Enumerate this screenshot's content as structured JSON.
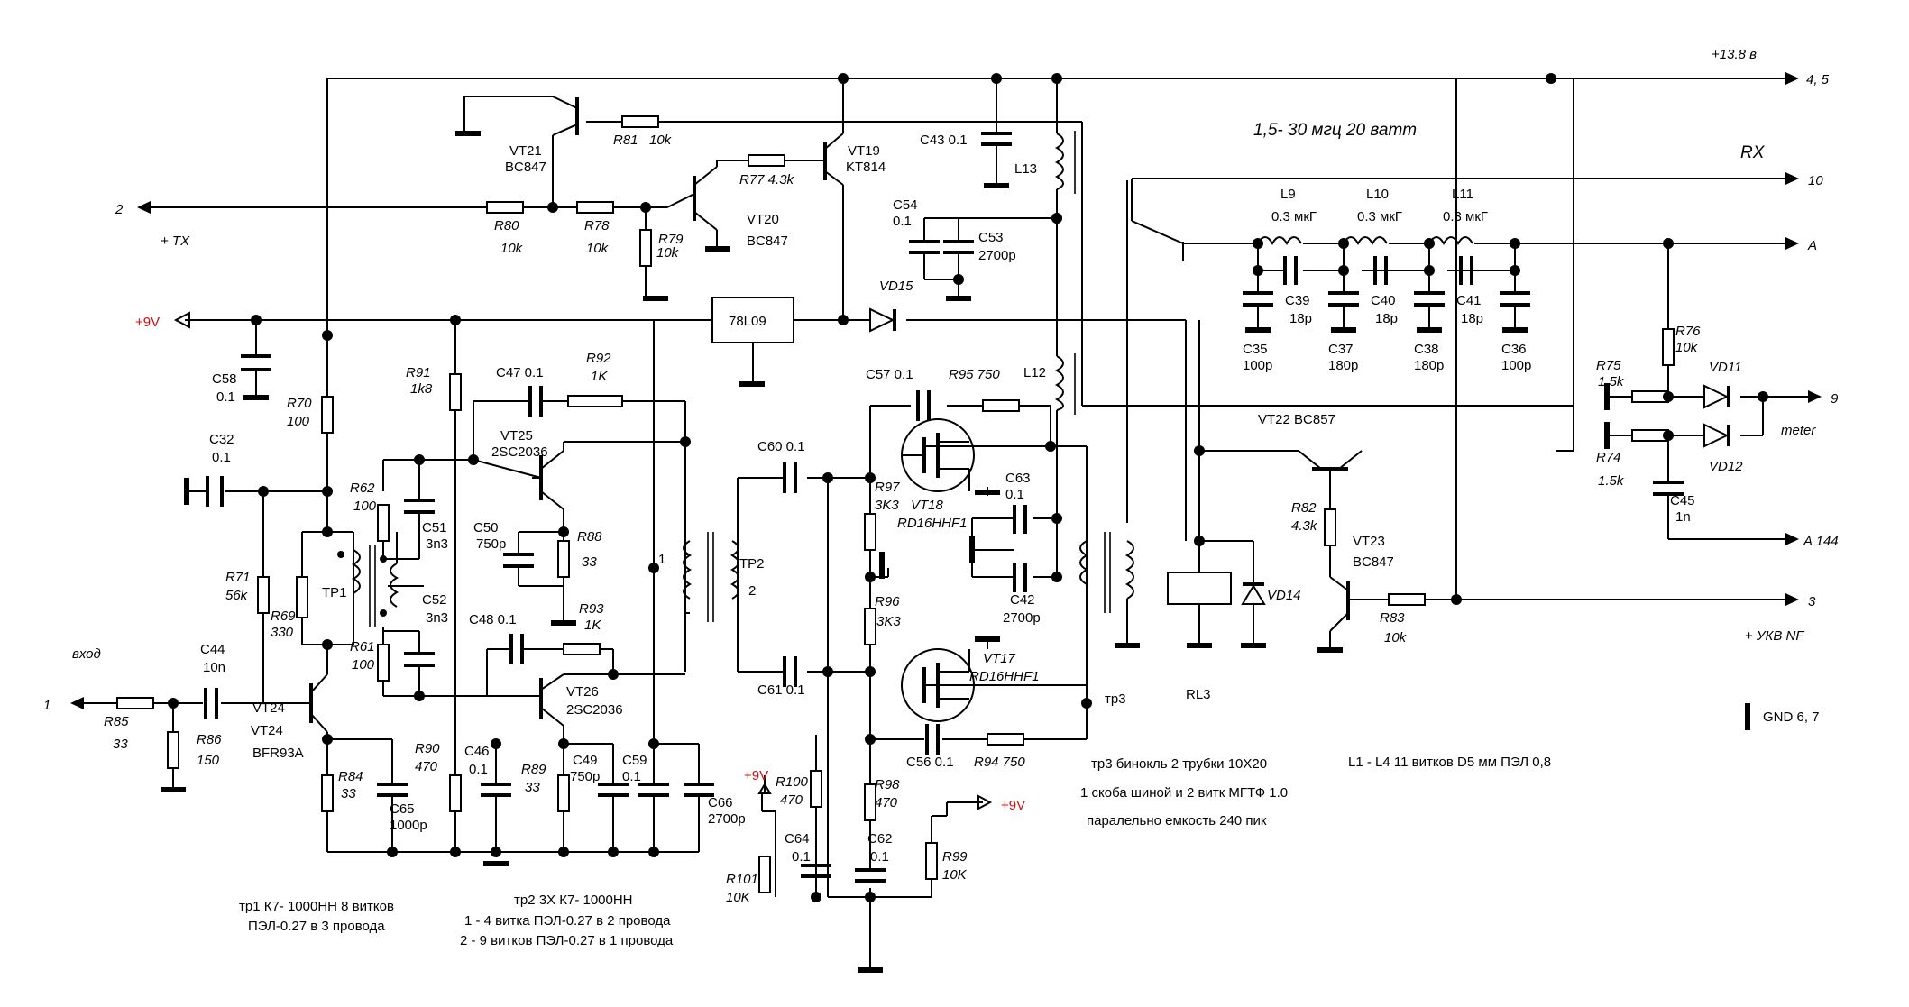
{
  "rails": {
    "supply_138": "+13.8 в",
    "supply_9v_left": "+9V",
    "supply_9v_bottom": "+9V",
    "supply_9v_arrow": "+9V",
    "regulator": "78L09"
  },
  "band_title": "1,5- 30 мгц  20 ватт",
  "ports": {
    "p45": "4, 5",
    "p10": "10",
    "rx": "RX",
    "pA": "A",
    "p9": "9",
    "meter": "meter",
    "pA144": "A 144",
    "p3": "3",
    "ukv_nf": "+ УКВ   NF",
    "gnd": "GND 6, 7",
    "p2": "2",
    "tx": "+ TX",
    "p1": "1",
    "input": "вход"
  },
  "parts": {
    "VT21": "VT21",
    "VT21_t": "BC847",
    "VT19": "VT19",
    "VT19_t": "KT814",
    "VT20": "VT20",
    "VT20_t": "BC847",
    "VT25": "VT25",
    "VT25_t": "2SC2036",
    "VT26": "VT26",
    "VT26_t": "2SC2036",
    "VT24": "VT24",
    "VT24_t": "BFR93A",
    "VT18": "VT18",
    "VT18_t": "RD16HHF1",
    "VT17": "VT17",
    "VT17_t": "RD16HHF1",
    "VT22": "VT22  BC857",
    "VT23": "VT23",
    "VT23_t": "BC847",
    "VD15": "VD15",
    "VD14": "VD14",
    "VD11": "VD11",
    "VD12": "VD12",
    "R81": "R81",
    "R81v": "10k",
    "R77": "R77  4.3k",
    "R80": "R80",
    "R80v": "10k",
    "R78": "R78",
    "R78v": "10k",
    "R79": "R79",
    "R79v": "10k",
    "C43": "C43  0.1",
    "L13": "L13",
    "L12": "L12",
    "C54": "C54",
    "C54v": "0.1",
    "C53": "C53",
    "C53v": "2700p",
    "L9": "L9",
    "L9v": "0.3 мкГ",
    "L10": "L10",
    "L10v": "0.3 мкГ",
    "L11": "L11",
    "L11v": "0.3 мкГ",
    "C39": "C39",
    "C39v": "18p",
    "C40": "C40",
    "C40v": "18p",
    "C41": "C41",
    "C41v": "18p",
    "C35": "C35",
    "C35v": "100p",
    "C37": "C37",
    "C37v": "180p",
    "C38": "C38",
    "C38v": "180p",
    "C36": "C36",
    "C36v": "100p",
    "C58": "C58",
    "C58v": "0.1",
    "R70": "R70",
    "R70v": "100",
    "C32": "C32",
    "C32v": "0.1",
    "R91": "R91",
    "R91v": "1k8",
    "C47": "C47  0.1",
    "R92": "R92",
    "R92v": "1K",
    "R62": "R62",
    "R62v": "100",
    "C51": "C51",
    "C51v": "3n3",
    "C52": "C52",
    "C52v": "3n3",
    "C50": "C50",
    "C50v": "750p",
    "R88": "R88",
    "R88v": "33",
    "C48": "C48  0.1",
    "R93": "R93",
    "R93v": "1K",
    "TP1": "TP1",
    "R71": "R71",
    "R71v": "56k",
    "R69": "R69",
    "R69v": "330",
    "R61": "R61",
    "R61v": "100",
    "C44": "C44",
    "C44v": "10n",
    "R85": "R85",
    "R85v": "33",
    "R86": "R86",
    "R86v": "150",
    "R84": "R84",
    "R84v": "33",
    "C65": "C65",
    "C65v": "1000p",
    "R90": "R90",
    "R90v": "470",
    "C46": "C46",
    "C46v": "0.1",
    "R89": "R89",
    "R89v": "33",
    "C49": "C49",
    "C49v": "750p",
    "C59": "C59",
    "C59v": "0.1",
    "C66": "C66",
    "C66v": "2700p",
    "TP2": "TP2",
    "TP2v": "2",
    "one": "1",
    "C60": "C60  0.1",
    "C61": "C61  0.1",
    "C57": "C57  0.1",
    "R95": "R95  750",
    "R97": "R97",
    "R97v": "3K3",
    "C63": "C63",
    "C63v": "0.1",
    "C42": "C42",
    "C42v": "2700p",
    "R96": "R96",
    "R96v": "3K3",
    "C56": "C56  0.1",
    "R94": "R94   750",
    "R98": "R98",
    "R98v": "470",
    "R100": "R100",
    "R100v": "470",
    "C64": "C64",
    "C64v": "0.1",
    "C62": "C62",
    "C62v": "0.1",
    "R99": "R99",
    "R99v": "10K",
    "R101": "R101",
    "R101v": "10K",
    "tp3": "тр3",
    "RL3": "RL3",
    "R75": "R75",
    "R75v": "1.5k",
    "R76": "R76",
    "R76v": "10k",
    "R74": "R74",
    "R74v": "1.5k",
    "C45": "C45",
    "C45v": "1n",
    "R82": "R82",
    "R82v": "4.3k",
    "R83": "R83",
    "R83v": "10k"
  },
  "notes": {
    "tr1_a": "тр1  К7- 1000НН  8 витков",
    "tr1_b": "ПЭЛ-0.27 в 3 провода",
    "tr2_a": "тр2 3Х К7- 1000НН",
    "tr2_b": "1 - 4 витка  ПЭЛ-0.27 в 2 провода",
    "tr2_c": "2 - 9 витков ПЭЛ-0.27 в 1 провода",
    "tr3_a": "тр3 бинокль 2 трубки 10Х20",
    "tr3_b": "1 скоба шиной и 2 витк МГТФ 1.0",
    "tr3_c": "паралельно емкость 240 пик",
    "coils": "L1 - L4  11 витков D5 мм ПЭЛ 0,8"
  }
}
